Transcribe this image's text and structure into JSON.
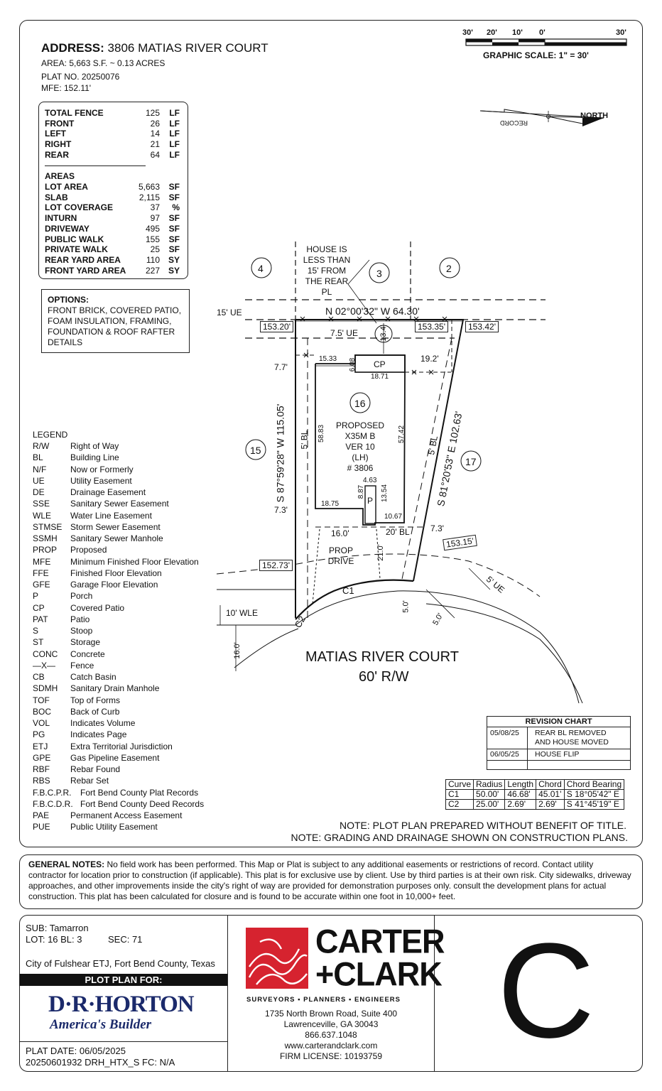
{
  "header": {
    "address_label": "ADDRESS:",
    "address": "3806 MATIAS RIVER COURT",
    "area": "AREA: 5,663 S.F. ~ 0.13 ACRES",
    "plat_no": "PLAT NO. 20250076",
    "mfe": "MFE: 152.11'"
  },
  "scale": {
    "ticks": [
      "30'",
      "20'",
      "10'",
      "0'",
      "30'"
    ],
    "label": "GRAPHIC SCALE: 1\" = 30'"
  },
  "north": {
    "north": "NORTH",
    "record": "RECORD"
  },
  "fence": [
    {
      "label": "TOTAL FENCE",
      "value": "125",
      "unit": "LF"
    },
    {
      "label": "FRONT",
      "value": "26",
      "unit": "LF"
    },
    {
      "label": "LEFT",
      "value": "14",
      "unit": "LF"
    },
    {
      "label": "RIGHT",
      "value": "21",
      "unit": "LF"
    },
    {
      "label": "REAR",
      "value": "64",
      "unit": "LF"
    }
  ],
  "areas_title": "AREAS",
  "areas": [
    {
      "label": "LOT AREA",
      "value": "5,663",
      "unit": "SF"
    },
    {
      "label": "SLAB",
      "value": "2,115",
      "unit": "SF"
    },
    {
      "label": "LOT COVERAGE",
      "value": "37",
      "unit": "%"
    },
    {
      "label": "INTURN",
      "value": "97",
      "unit": "SF"
    },
    {
      "label": "DRIVEWAY",
      "value": "495",
      "unit": "SF"
    },
    {
      "label": "PUBLIC WALK",
      "value": "155",
      "unit": "SF"
    },
    {
      "label": "PRIVATE WALK",
      "value": "25",
      "unit": "SF"
    },
    {
      "label": "REAR YARD AREA",
      "value": "110",
      "unit": "SY"
    },
    {
      "label": "FRONT YARD AREA",
      "value": "227",
      "unit": "SY"
    }
  ],
  "options": {
    "title": "OPTIONS:",
    "lines": [
      "FRONT BRICK, COVERED PATIO,",
      "FOAM INSULATION, FRAMING,",
      "FOUNDATION & ROOF RAFTER",
      "DETAILS"
    ]
  },
  "legend_title": "LEGEND",
  "legend": [
    {
      "abbr": "R/W",
      "desc": "Right of Way"
    },
    {
      "abbr": "BL",
      "desc": "Building Line"
    },
    {
      "abbr": "N/F",
      "desc": "Now or Formerly"
    },
    {
      "abbr": "UE",
      "desc": "Utility Easement"
    },
    {
      "abbr": "DE",
      "desc": "Drainage Easement"
    },
    {
      "abbr": "SSE",
      "desc": "Sanitary Sewer Easement"
    },
    {
      "abbr": "WLE",
      "desc": "Water Line Easement"
    },
    {
      "abbr": "STMSE",
      "desc": "Storm Sewer Easement"
    },
    {
      "abbr": "SSMH",
      "desc": "Sanitary Sewer Manhole"
    },
    {
      "abbr": "PROP",
      "desc": "Proposed"
    },
    {
      "abbr": "MFE",
      "desc": "Minimum Finished Floor Elevation"
    },
    {
      "abbr": "FFE",
      "desc": "Finished Floor Elevation"
    },
    {
      "abbr": "GFE",
      "desc": "Garage Floor Elevation"
    },
    {
      "abbr": "P",
      "desc": "Porch"
    },
    {
      "abbr": "CP",
      "desc": "Covered Patio"
    },
    {
      "abbr": "PAT",
      "desc": "Patio"
    },
    {
      "abbr": "S",
      "desc": "Stoop"
    },
    {
      "abbr": "ST",
      "desc": "Storage"
    },
    {
      "abbr": "CONC",
      "desc": "Concrete"
    },
    {
      "abbr": "—X—",
      "desc": "Fence"
    },
    {
      "abbr": "CB",
      "desc": "Catch Basin"
    },
    {
      "abbr": "SDMH",
      "desc": "Sanitary Drain Manhole"
    },
    {
      "abbr": "TOF",
      "desc": "Top of Forms"
    },
    {
      "abbr": "BOC",
      "desc": "Back of Curb"
    },
    {
      "abbr": "VOL",
      "desc": "Indicates Volume"
    },
    {
      "abbr": "PG",
      "desc": "Indicates Page"
    },
    {
      "abbr": "ETJ",
      "desc": "Extra Territorial Jurisdiction"
    },
    {
      "abbr": "GPE",
      "desc": "Gas Pipeline Easement"
    },
    {
      "abbr": "RBF",
      "desc": "Rebar Found"
    },
    {
      "abbr": "RBS",
      "desc": "Rebar Set"
    },
    {
      "abbr": "F.B.C.P.R.",
      "desc": "Fort Bend County Plat Records"
    },
    {
      "abbr": "F.B.C.D.R.",
      "desc": "Fort Bend County Deed Records"
    },
    {
      "abbr": "PAE",
      "desc": "Permanent Access Easement"
    },
    {
      "abbr": "PUE",
      "desc": "Public Utility Easement"
    }
  ],
  "plan": {
    "lot_numbers": [
      "4",
      "3",
      "2",
      "15",
      "16",
      "17"
    ],
    "house_note": [
      "HOUSE IS",
      "LESS THAN",
      "15' FROM",
      "THE REAR PL"
    ],
    "rear_bearing": "N 02°00'32\" W  64.30'",
    "left_bearing": "S 87°59'28\" W  115.05'",
    "right_bearing": "S 81°20'53\" E 102.63'",
    "ue15": "15' UE",
    "ue75": "7.5' UE",
    "ue5": "5' UE",
    "wle10": "10' WLE",
    "bl_left": "5' BL",
    "bl_right": "5' BL",
    "bl_front": "20' BL",
    "elev_rl": "153.20'",
    "elev_rm": "153.35'",
    "elev_rr": "153.42'",
    "elev_fl": "152.73'",
    "elev_fr": "153.15'",
    "d_134": "13.4'",
    "d_77": "7.7'",
    "d_1533": "15.33",
    "d_608": "6.08",
    "cp": "CP",
    "d_1871": "18.71",
    "d_192": "19.2'",
    "d_5883": "58.83",
    "d_5742": "57.42",
    "house": [
      "PROPOSED",
      "X35M B",
      "VER 10",
      "(LH)",
      "# 3806"
    ],
    "d_463": "4.63",
    "d_887": "8.87",
    "d_1354": "13.54",
    "porch": "P",
    "d_73l": "7.3'",
    "d_1875": "18.75",
    "d_1067": "10.67",
    "d_73r": "7.3'",
    "d_160": "16.0'",
    "drive": [
      "PROP",
      "DRIVE"
    ],
    "d_210": "21.0'",
    "c1": "C1",
    "c2": "C2",
    "d_50a": "5.0'",
    "d_50b": "5.0'",
    "d_160b": "16.0'",
    "street": "MATIAS RIVER COURT",
    "row": "60' R/W"
  },
  "revision": {
    "title": "REVISION CHART",
    "rows": [
      {
        "date": "05/08/25",
        "desc": [
          "REAR BL REMOVED",
          "AND HOUSE MOVED"
        ]
      },
      {
        "date": "06/05/25",
        "desc": [
          "HOUSE FLIP"
        ]
      }
    ]
  },
  "curves": {
    "headers": [
      "Curve",
      "Radius",
      "Length",
      "Chord",
      "Chord Bearing"
    ],
    "rows": [
      [
        "C1",
        "50.00'",
        "46.68'",
        "45.01'",
        "S 18°05'42\" E"
      ],
      [
        "C2",
        "25.00'",
        "2.69'",
        "2.69'",
        "S 41°45'19\" E"
      ]
    ]
  },
  "notes": [
    "NOTE: PLOT PLAN PREPARED WITHOUT BENEFIT OF TITLE.",
    "NOTE: GRADING AND DRAINAGE SHOWN ON CONSTRUCTION PLANS."
  ],
  "general": {
    "label": "GENERAL NOTES:",
    "text": " No field work has been performed. This Map or Plat is subject to any additional easements or restrictions of record. Contact utility contractor for location prior to construction (if applicable). This plat is for exclusive use by client. Use by third parties is at their own risk. City sidewalks, driveway approaches, and other improvements inside the city's right of way are provided for demonstration purposes only. consult the development plans for actual construction. This plat has been calculated for closure and is found to be accurate within one foot in 10,000+ feet."
  },
  "title_block": {
    "sub": "SUB: Tamarron",
    "lot": "LOT: 16  BL: 3",
    "sec": "SEC: 71",
    "city": "City of Fulshear ETJ, Fort Bend County, Texas",
    "plot_plan_for": "PLOT PLAN FOR:",
    "drh1": "D·R·HORTON",
    "drh2": "America's Builder",
    "plat_date": "PLAT DATE:  06/05/2025",
    "job": "20250601932  DRH_HTX_S  FC: N/A",
    "firm1": "CARTER",
    "firm2": "+CLARK",
    "firm_tag": "SURVEYORS ▪ PLANNERS ▪ ENGINEERS",
    "addr1": "1735 North Brown Road, Suite 400",
    "addr2": "Lawrenceville, GA 30043",
    "phone": "866.637.1048",
    "web": "www.carterandclark.com",
    "license": "FIRM LICENSE: 10193759",
    "grade": "C"
  }
}
